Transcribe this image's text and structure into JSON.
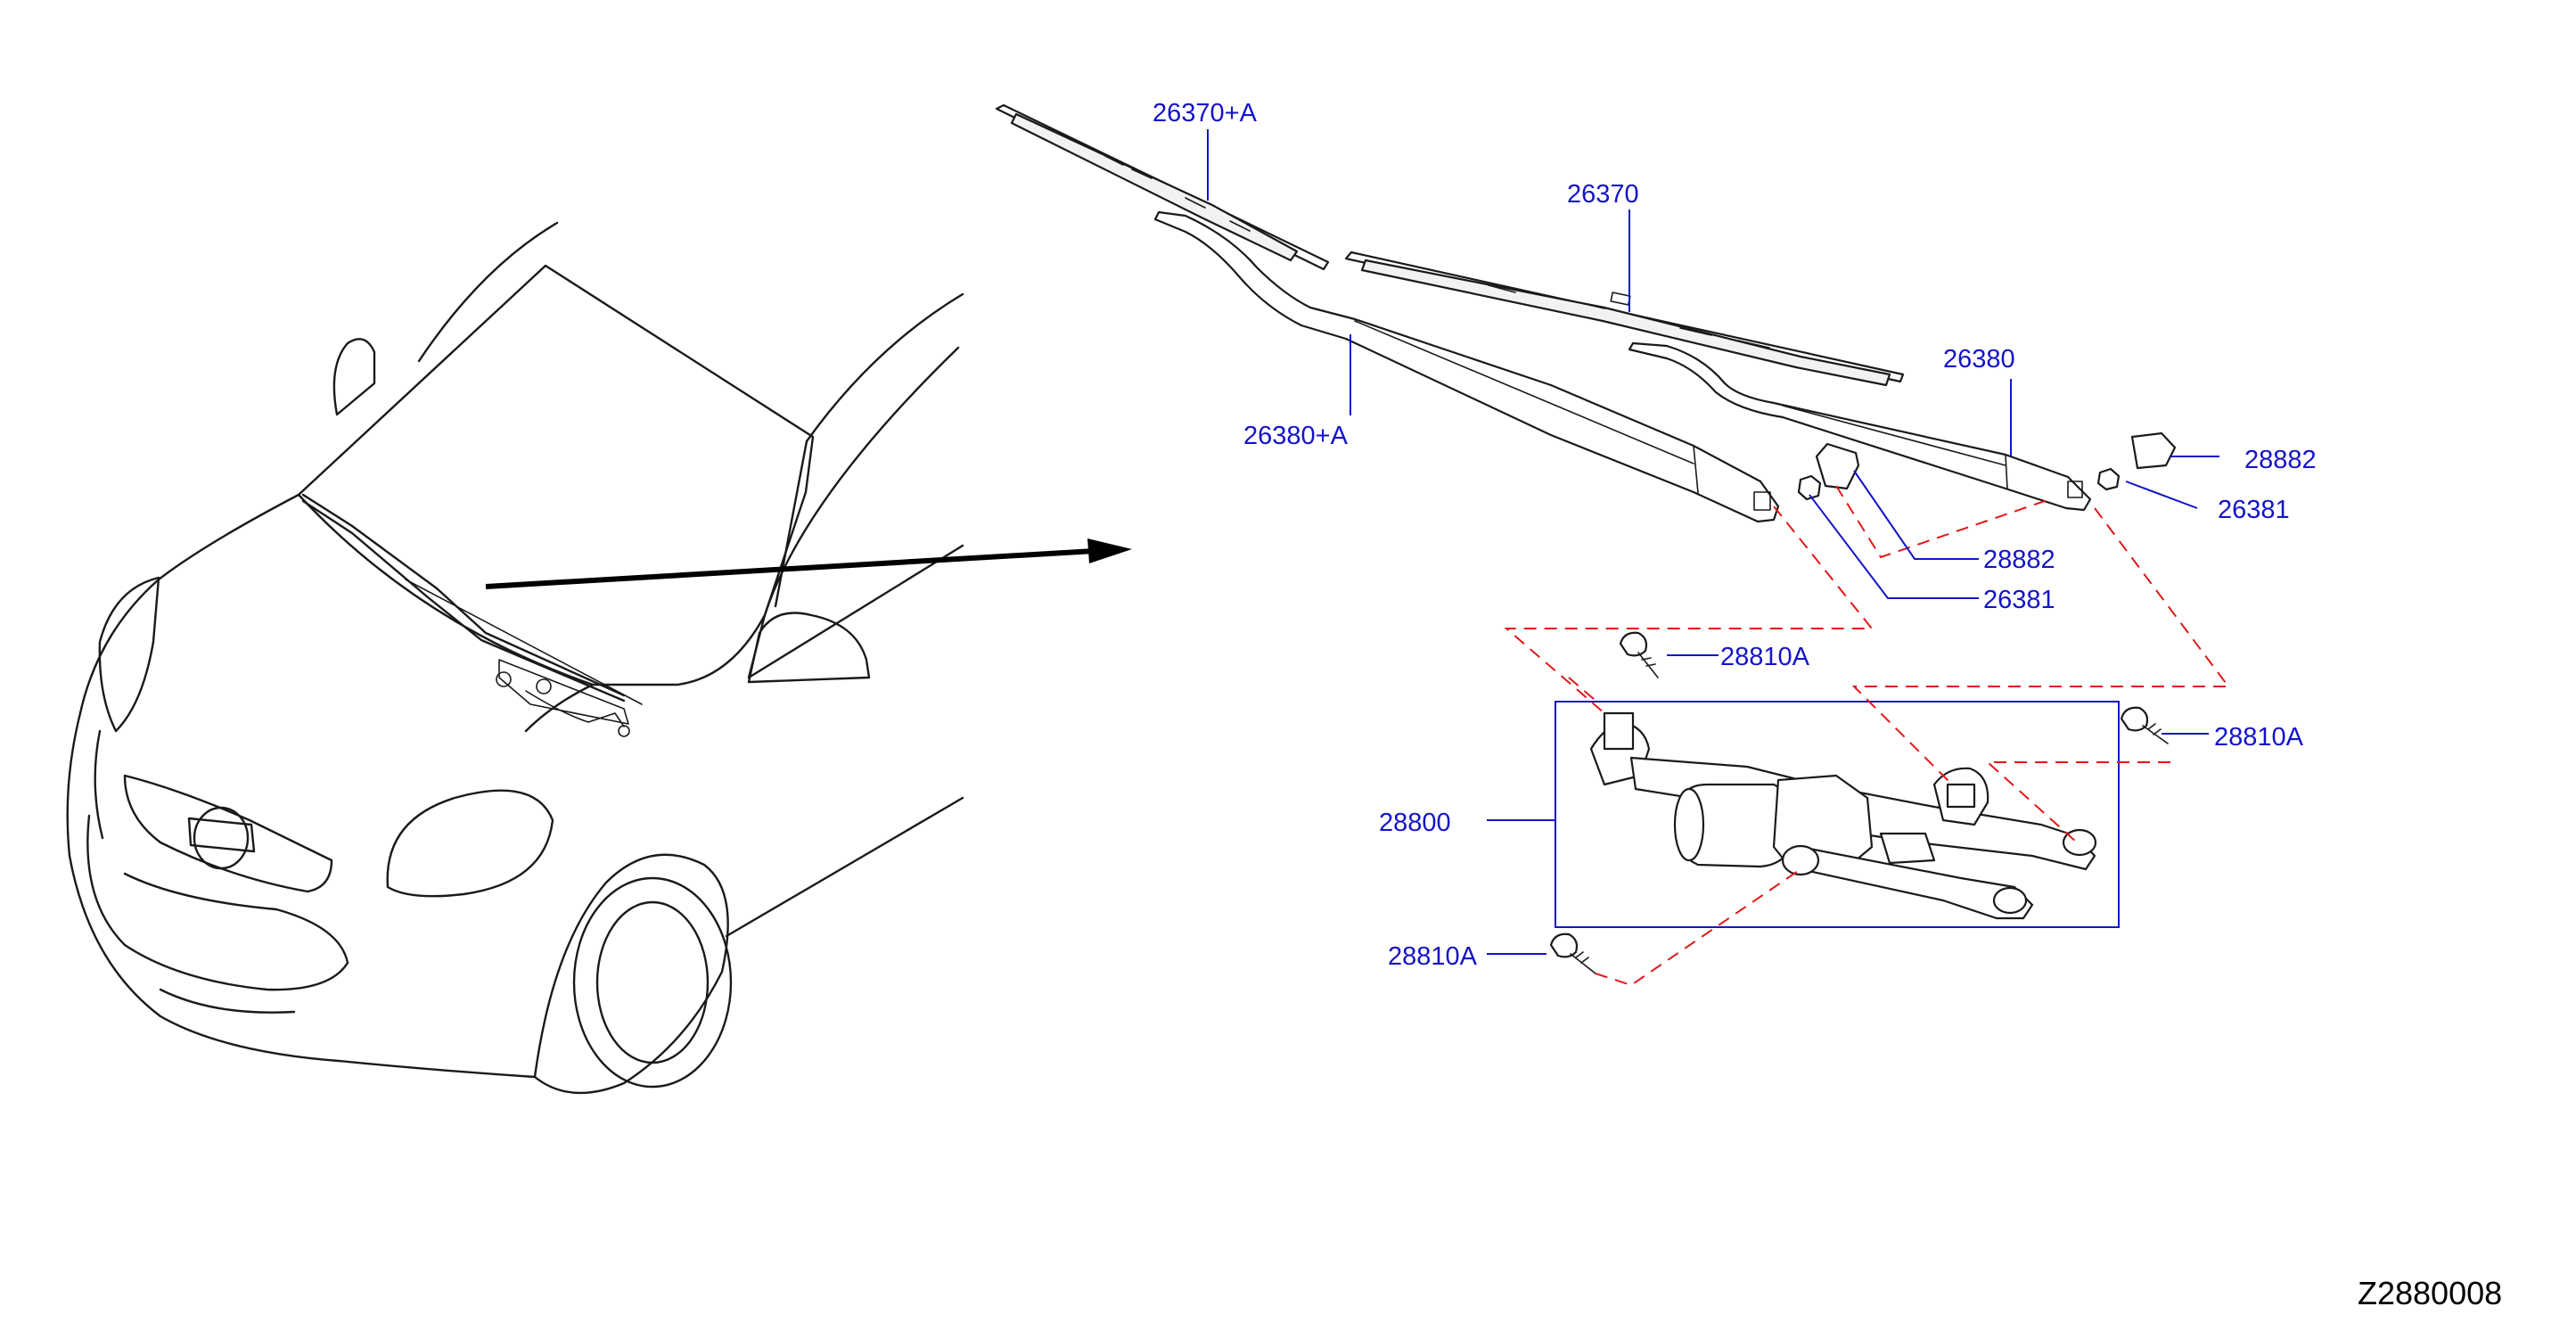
{
  "colors": {
    "callout_text": "#1414c8",
    "leader_line": "#1414c8",
    "assembly_dashes": "#e01818",
    "drawing": "#1a1a1a"
  },
  "callouts": [
    {
      "id": "blade-26370a",
      "text": "26370+A"
    },
    {
      "id": "blade-26370",
      "text": "26370"
    },
    {
      "id": "arm-26380a",
      "text": "26380+A"
    },
    {
      "id": "arm-26380",
      "text": "26380"
    },
    {
      "id": "cap-28882-right",
      "text": "28882"
    },
    {
      "id": "nut-26381-right",
      "text": "26381"
    },
    {
      "id": "cap-28882-left",
      "text": "28882"
    },
    {
      "id": "nut-26381-left",
      "text": "26381"
    },
    {
      "id": "bolt-28810a-top",
      "text": "28810A"
    },
    {
      "id": "bolt-28810a-right",
      "text": "28810A"
    },
    {
      "id": "motor-28800",
      "text": "28800"
    },
    {
      "id": "bolt-28810a-bottom",
      "text": "28810A"
    }
  ],
  "diagram_code": "Z2880008"
}
